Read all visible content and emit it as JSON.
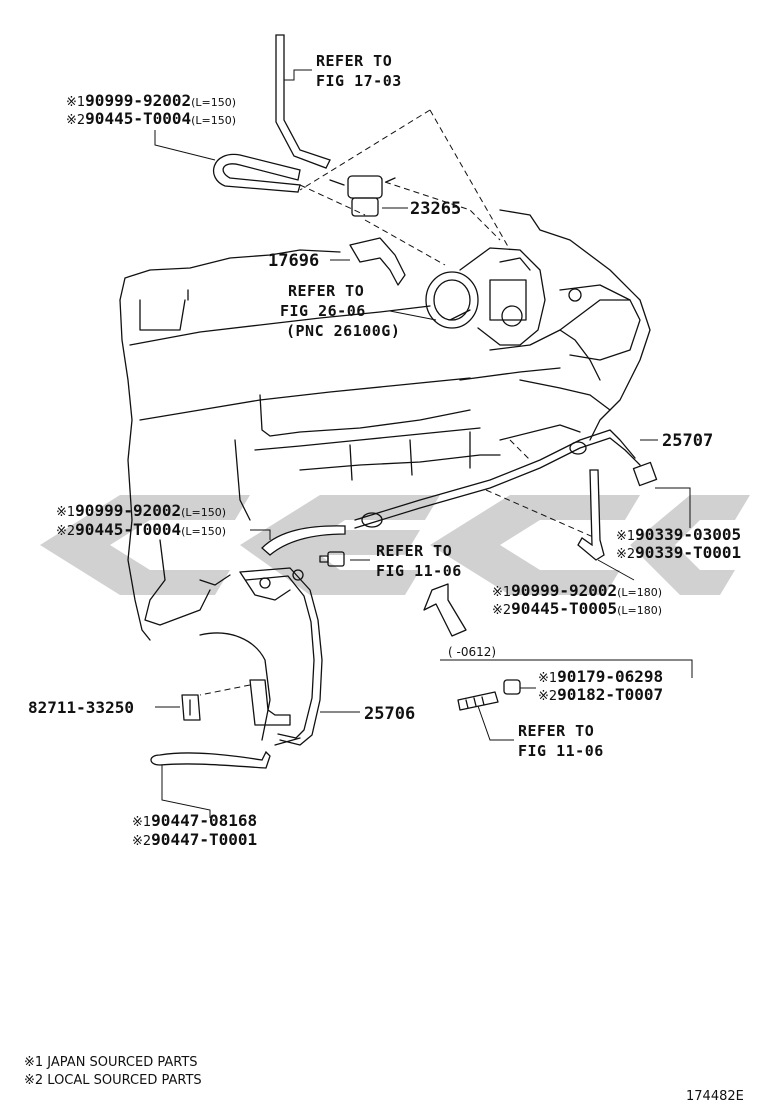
{
  "labels": {
    "refer_17_03_a": "REFER TO",
    "refer_17_03_b": "FIG 17-03",
    "top_hose_1_mark": "※1",
    "top_hose_1_pn": "90999-92002",
    "top_hose_1_len": "(L=150)",
    "top_hose_2_mark": "※2",
    "top_hose_2_pn": "90445-T0004",
    "top_hose_2_len": "(L=150)",
    "p23265": "23265",
    "p17696": "17696",
    "refer_26_06_a": "REFER TO",
    "refer_26_06_b": "FIG 26-06",
    "refer_26_06_c": "(PNC 26100G)",
    "p25707": "25707",
    "mid_hose_1_mark": "※1",
    "mid_hose_1_pn": "90999-92002",
    "mid_hose_1_len": "(L=150)",
    "mid_hose_2_mark": "※2",
    "mid_hose_2_pn": "90445-T0004",
    "mid_hose_2_len": "(L=150)",
    "refer_11_06_a": "REFER TO",
    "refer_11_06_b": "FIG 11-06",
    "right_1_mark": "※1",
    "right_1_pn": "90339-03005",
    "right_2_mark": "※2",
    "right_2_pn": "90339-T0001",
    "low_hose_1_mark": "※1",
    "low_hose_1_pn": "90999-92002",
    "low_hose_1_len": "(L=180)",
    "low_hose_2_mark": "※2",
    "low_hose_2_pn": "90445-T0005",
    "low_hose_2_len": "(L=180)",
    "date_range": "(      -0612)",
    "nut_1_mark": "※1",
    "nut_1_pn": "90179-06298",
    "nut_2_mark": "※2",
    "nut_2_pn": "90182-T0007",
    "p82711": "82711-33250",
    "p25706": "25706",
    "refer_11_06b_a": "REFER TO",
    "refer_11_06b_b": "FIG 11-06",
    "bottom_hose_1_mark": "※1",
    "bottom_hose_1_pn": "90447-08168",
    "bottom_hose_2_mark": "※2",
    "bottom_hose_2_pn": "90447-T0001"
  },
  "legend": {
    "line1": "※1 JAPAN SOURCED PARTS",
    "line2": "※2 LOCAL SOURCED PARTS"
  },
  "figure_number": "174482E"
}
